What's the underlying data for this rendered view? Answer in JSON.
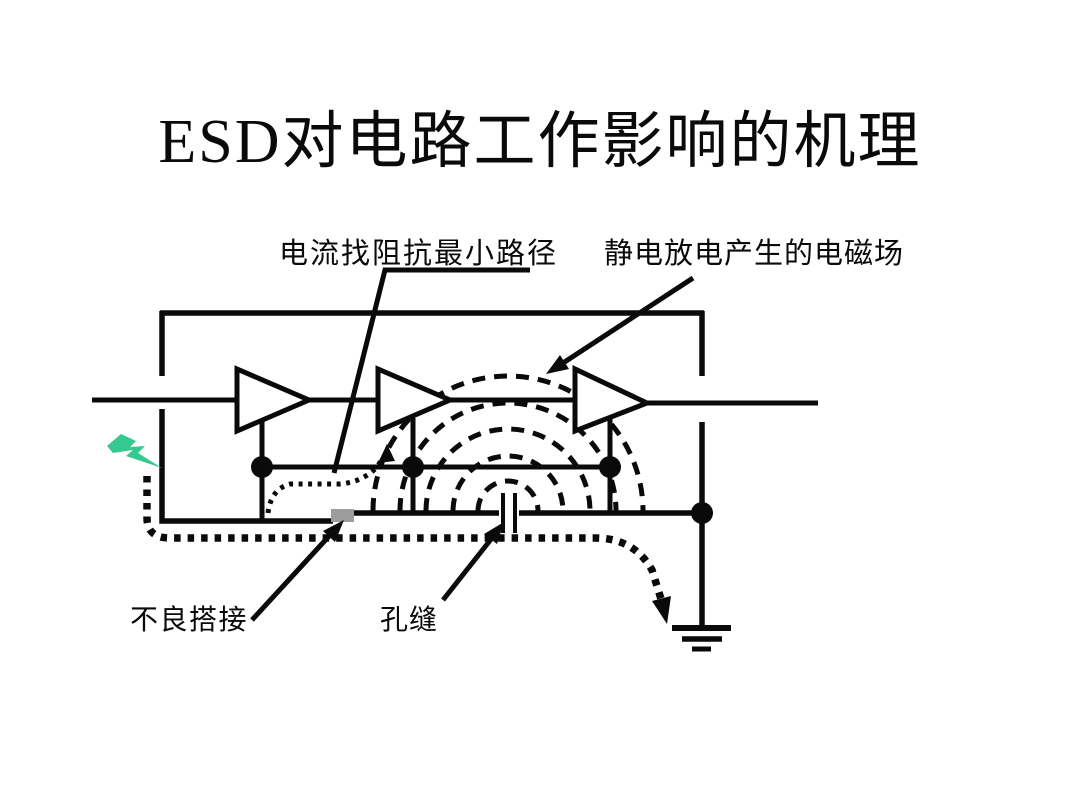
{
  "title": "ESD对电路工作影响的机理",
  "labels": {
    "impedance_path": "电流找阻抗最小路径",
    "em_field": "静电放电产生的电磁场",
    "poor_bond": "不良搭接",
    "hole_seam": "孔缝"
  },
  "colors": {
    "line": "#0a0a0a",
    "esd_lightning": "#35c98f",
    "poor_bond_patch": "#9c9c9c",
    "background": "#ffffff"
  },
  "icons": {
    "esd_source": "lightning-bolt-icon",
    "ground": "earth-ground-icon",
    "amplifier_stage": "triangle-buffer-icon",
    "em_field": "dashed-arc-field-lines",
    "junction": "connection-dot",
    "seam": "capacitor-gap-plates"
  }
}
